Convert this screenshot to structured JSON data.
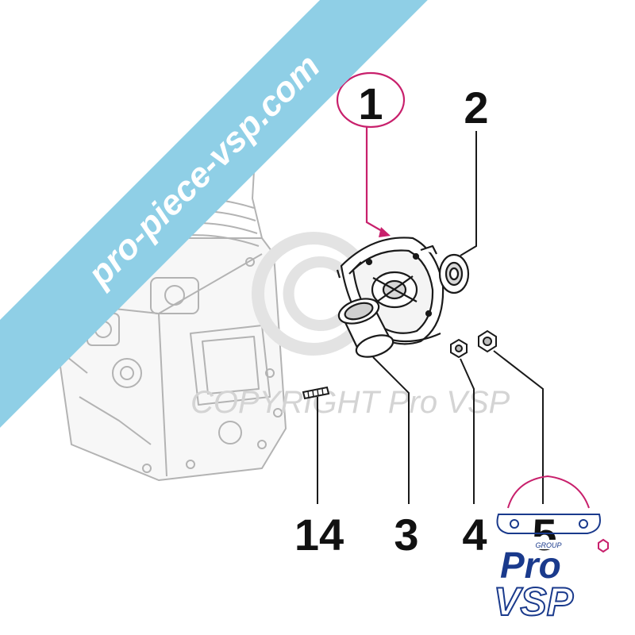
{
  "banner": {
    "text": "pro-piece-vsp.com",
    "color": "#8fcfe6"
  },
  "watermark": {
    "text": "COPYRIGHT Pro VSP"
  },
  "callouts": [
    {
      "id": "1",
      "label": "1",
      "highlighted": true,
      "highlight_color": "#c8206c"
    },
    {
      "id": "2",
      "label": "2"
    },
    {
      "id": "3",
      "label": "3"
    },
    {
      "id": "4",
      "label": "4"
    },
    {
      "id": "5",
      "label": "5"
    },
    {
      "id": "14",
      "label": "14"
    }
  ],
  "logo": {
    "tag": "GROUP",
    "line1": "Pro",
    "line2": "VSP",
    "primary_color": "#1a3a8c",
    "accent_color": "#c8206c"
  },
  "icons": [
    "engine-block-drawing",
    "clutch-housing-drawing",
    "bearing-drawing",
    "sleeve-drawing",
    "nut-drawing",
    "stud-drawing",
    "car-logo-icon"
  ]
}
